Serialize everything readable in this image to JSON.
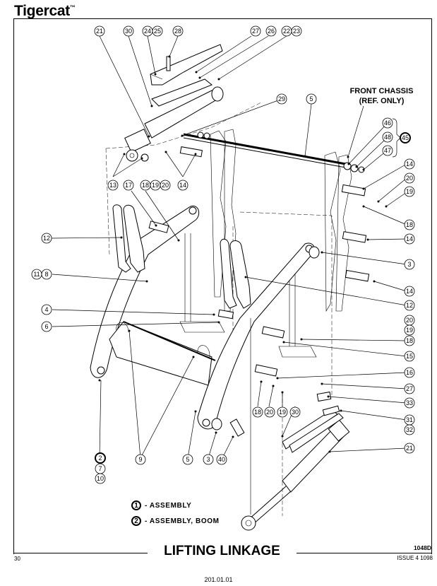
{
  "header": {
    "brand": "Tigercat",
    "trademark": "™"
  },
  "diagram": {
    "reference_label_line1": "FRONT CHASSIS",
    "reference_label_line2": "(REF. ONLY)",
    "callouts": [
      {
        "id": "c21a",
        "label": "21",
        "bold": false
      },
      {
        "id": "c30a",
        "label": "30",
        "bold": false
      },
      {
        "id": "c24",
        "label": "24",
        "bold": false
      },
      {
        "id": "c25",
        "label": "25",
        "bold": false
      },
      {
        "id": "c28",
        "label": "28",
        "bold": false
      },
      {
        "id": "c27a",
        "label": "27",
        "bold": false
      },
      {
        "id": "c26",
        "label": "26",
        "bold": false
      },
      {
        "id": "c22",
        "label": "22",
        "bold": false
      },
      {
        "id": "c23",
        "label": "23",
        "bold": false
      },
      {
        "id": "c29",
        "label": "29",
        "bold": false
      },
      {
        "id": "c5a",
        "label": "5",
        "bold": false
      },
      {
        "id": "c46",
        "label": "46",
        "bold": false
      },
      {
        "id": "c48",
        "label": "48",
        "bold": false
      },
      {
        "id": "c47",
        "label": "47",
        "bold": false
      },
      {
        "id": "c45",
        "label": "45",
        "bold": true
      },
      {
        "id": "c14a",
        "label": "14",
        "bold": false
      },
      {
        "id": "c20a",
        "label": "20",
        "bold": false
      },
      {
        "id": "c19a",
        "label": "19",
        "bold": false
      },
      {
        "id": "c18a",
        "label": "18",
        "bold": false
      },
      {
        "id": "c14b",
        "label": "14",
        "bold": false
      },
      {
        "id": "c3a",
        "label": "3",
        "bold": false
      },
      {
        "id": "c14c",
        "label": "14",
        "bold": false
      },
      {
        "id": "c12b",
        "label": "12",
        "bold": false
      },
      {
        "id": "c20b",
        "label": "20",
        "bold": false
      },
      {
        "id": "c19b",
        "label": "19",
        "bold": false
      },
      {
        "id": "c18b",
        "label": "18",
        "bold": false
      },
      {
        "id": "c15",
        "label": "15",
        "bold": false
      },
      {
        "id": "c16",
        "label": "16",
        "bold": false
      },
      {
        "id": "c27b",
        "label": "27",
        "bold": false
      },
      {
        "id": "c33",
        "label": "33",
        "bold": false
      },
      {
        "id": "c31",
        "label": "31",
        "bold": false
      },
      {
        "id": "c32",
        "label": "32",
        "bold": false
      },
      {
        "id": "c21b",
        "label": "21",
        "bold": false
      },
      {
        "id": "c13",
        "label": "13",
        "bold": false
      },
      {
        "id": "c17",
        "label": "17",
        "bold": false
      },
      {
        "id": "c18c",
        "label": "18",
        "bold": false
      },
      {
        "id": "c19c",
        "label": "19",
        "bold": false
      },
      {
        "id": "c20c",
        "label": "20",
        "bold": false
      },
      {
        "id": "c14d",
        "label": "14",
        "bold": false
      },
      {
        "id": "c12a",
        "label": "12",
        "bold": false
      },
      {
        "id": "c11",
        "label": "11",
        "bold": false
      },
      {
        "id": "c8",
        "label": "8",
        "bold": false
      },
      {
        "id": "c4",
        "label": "4",
        "bold": false
      },
      {
        "id": "c6",
        "label": "6",
        "bold": false
      },
      {
        "id": "c2",
        "label": "2",
        "bold": true
      },
      {
        "id": "c7",
        "label": "7",
        "bold": false
      },
      {
        "id": "c10",
        "label": "10",
        "bold": false
      },
      {
        "id": "c9",
        "label": "9",
        "bold": false
      },
      {
        "id": "c5b",
        "label": "5",
        "bold": false
      },
      {
        "id": "c3b",
        "label": "3",
        "bold": false
      },
      {
        "id": "c40",
        "label": "40",
        "bold": false
      },
      {
        "id": "c18d",
        "label": "18",
        "bold": false
      },
      {
        "id": "c20d",
        "label": "20",
        "bold": false
      },
      {
        "id": "c19d",
        "label": "19",
        "bold": false
      },
      {
        "id": "c30b",
        "label": "30",
        "bold": false
      }
    ]
  },
  "legend": [
    {
      "number": "1",
      "text": "- ASSEMBLY"
    },
    {
      "number": "2",
      "text": "- ASSEMBLY, BOOM"
    }
  ],
  "footer": {
    "title": "LIFTING LINKAGE",
    "page_number": "30",
    "model": "1048D",
    "issue": "ISSUE 4 1098",
    "document_number": "201.01.01"
  }
}
